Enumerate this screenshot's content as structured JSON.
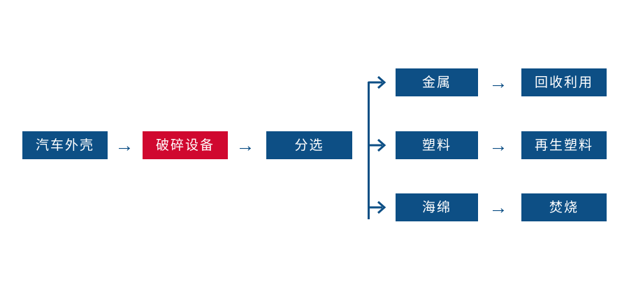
{
  "diagram": {
    "type": "flowchart",
    "title": "",
    "colors": {
      "primary_blue": "#0d4f85",
      "highlight_red": "#d0082f",
      "text": "#ffffff",
      "background": "#ffffff"
    },
    "main_chain": [
      {
        "id": "car-shell",
        "label": "汽车外壳",
        "color": "blue"
      },
      {
        "id": "crusher",
        "label": "破碎设备",
        "color": "red"
      },
      {
        "id": "sorting",
        "label": "分选",
        "color": "blue"
      }
    ],
    "branches": [
      {
        "id": "metal",
        "material": {
          "id": "metal-material",
          "label": "金属",
          "color": "blue"
        },
        "outcome": {
          "id": "metal-outcome",
          "label": "回收利用",
          "color": "blue"
        }
      },
      {
        "id": "plastic",
        "material": {
          "id": "plastic-material",
          "label": "塑料",
          "color": "blue"
        },
        "outcome": {
          "id": "plastic-outcome",
          "label": "再生塑料",
          "color": "blue"
        }
      },
      {
        "id": "sponge",
        "material": {
          "id": "sponge-material",
          "label": "海绵",
          "color": "blue"
        },
        "outcome": {
          "id": "sponge-outcome",
          "label": "焚烧",
          "color": "blue"
        }
      }
    ],
    "arrows": {
      "glyph": "→",
      "chain_arrow_1_name": "arrow-car-shell-to-crusher",
      "chain_arrow_2_name": "arrow-crusher-to-sorting",
      "branch_arrow_metal_name": "branch-arrow-metal",
      "branch_arrow_plastic_name": "branch-arrow-plastic",
      "branch_arrow_sponge_name": "branch-arrow-sponge",
      "row_arrow_metal_name": "arrow-metal-to-recycle",
      "row_arrow_plastic_name": "arrow-plastic-to-regenerated",
      "row_arrow_sponge_name": "arrow-sponge-to-incineration"
    }
  }
}
